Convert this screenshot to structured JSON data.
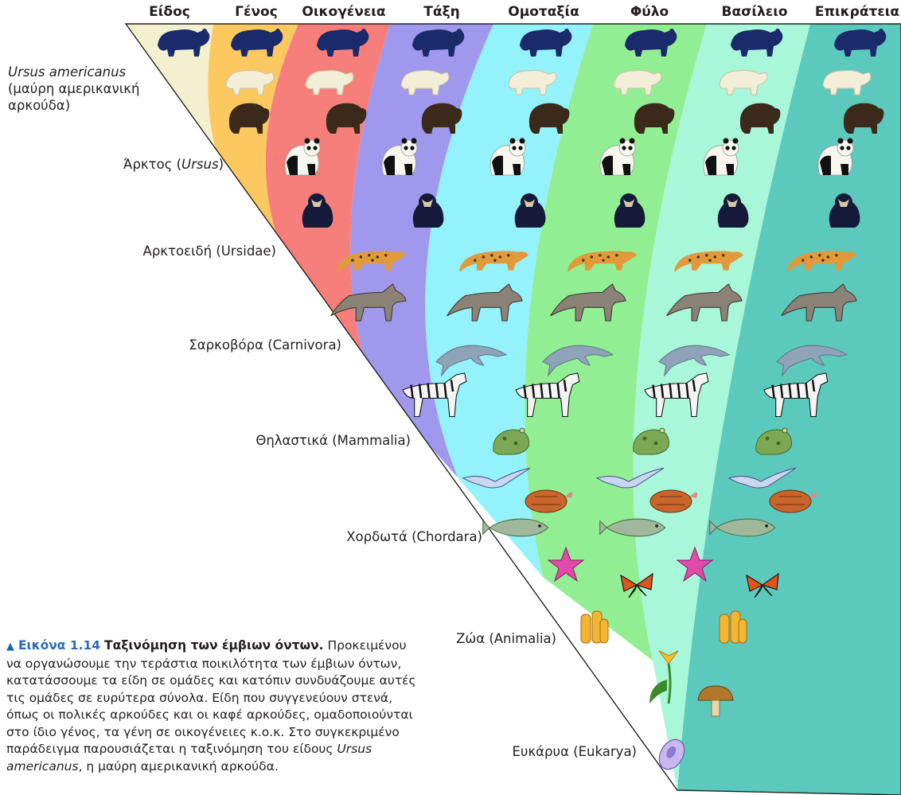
{
  "columns": [
    "Είδος",
    "Γένος",
    "Οικογένεια",
    "Τάξη",
    "Ομοταξία",
    "Φύλο",
    "Βασίλειο",
    "Επικράτεια"
  ],
  "ranks": {
    "species_name": "Ursus americanus",
    "species_common_1": "(μαύρη αμερικανική",
    "species_common_2": "αρκούδα)",
    "genus_pre": "Άρκτος (",
    "genus_italic": "Ursus",
    "genus_post": ")",
    "family": "Αρκτοειδή (Ursidae)",
    "order": "Σαρκοβόρα (Carnivora)",
    "class": "Θηλαστικά (Mammalia)",
    "phylum": "Χορδωτά (Chordara)",
    "kingdom": "Ζώα (Animalia)",
    "domain": "Ευκάρυα (Eukarya)"
  },
  "caption": {
    "marker": "▲",
    "number": "Εικόνα 1.14",
    "title": "Ταξινόμηση των έμβιων όντων.",
    "text_1": "Προκειμένου να οργανώσουμε την τεράστια ποικιλότητα των έμβιων όντων, κατατάσσουμε τα είδη σε ομάδες και κατόπιν συνδυάζουμε αυτές τις ομάδες σε ευρύτερα σύνολα. Είδη που συγγενεύουν στενά, όπως οι πολικές αρκούδες και οι καφέ αρκούδες, ομαδοποιούνται στο ίδιο γένος, τα γένη σε οικογένειες κ.ο.κ. Στο συγκεκριμένο παράδειγμα παρουσιάζεται η ταξινόμηση του είδους ",
    "text_italic": "Ursus americanus",
    "text_2": ", η μαύρη αμερικανική αρκούδα."
  },
  "band_colors": [
    "#f2f0cf",
    "#fbc95f",
    "#f77f7b",
    "#9f98ec",
    "#93f2fb",
    "#92ee92",
    "#a8f7d9",
    "#5cc9bd"
  ]
}
